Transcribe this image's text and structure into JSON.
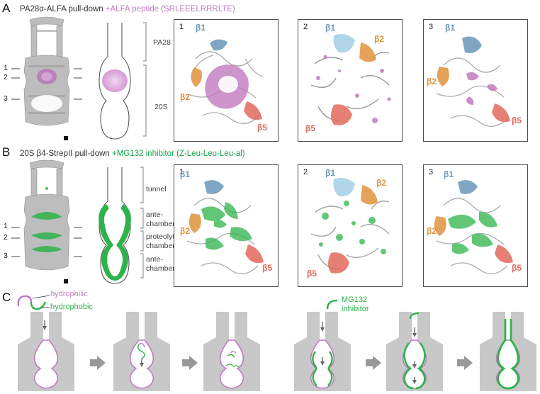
{
  "panel_a": {
    "letter": "A",
    "title_prefix": "PA28α-ALFA pull-down ",
    "title_highlight": "+ALFA peptide (SRLEEELRRRLTE)",
    "highlight_color": "#c27bc0",
    "levels": [
      "1",
      "2",
      "3"
    ],
    "schematic_labels": [
      "PA28",
      "20S"
    ],
    "boxes": [
      {
        "num": "1",
        "labels": [
          "β1",
          "β2",
          "β5"
        ]
      },
      {
        "num": "2",
        "labels": [
          "β1",
          "β2",
          "β5"
        ]
      },
      {
        "num": "3",
        "labels": [
          "β1",
          "β2",
          "β5"
        ]
      }
    ]
  },
  "panel_b": {
    "letter": "B",
    "title_prefix": "20S β4-StrepII pull-down ",
    "title_highlight": "+MG132 inhibitor (Z-Leu-Leu-Leu-al)",
    "highlight_color": "#17a34a",
    "levels": [
      "1",
      "2",
      "3"
    ],
    "schematic_labels": [
      "tunnel",
      "ante-",
      "chamber",
      "proteolytic",
      "chamber",
      "ante-",
      "chamber"
    ],
    "boxes": [
      {
        "num": "1",
        "labels": [
          "β1",
          "β2",
          "β5"
        ]
      },
      {
        "num": "2",
        "labels": [
          "β1",
          "β2",
          "β5"
        ]
      },
      {
        "num": "3",
        "labels": [
          "β1",
          "β2",
          "β5"
        ]
      }
    ]
  },
  "panel_c": {
    "letter": "C",
    "legend_hydrophilic": "hydrophilic",
    "legend_hydrophobic": "hydrophobic",
    "legend_inhibitor_1": "MG132",
    "legend_inhibitor_2": "inhibitor"
  },
  "colors": {
    "pink": "#c27bc0",
    "green": "#2eb34a",
    "b1": "#6b97b8",
    "b2": "#e0923c",
    "b5": "#e26a5d",
    "gray": "#c8c8c8",
    "arrow": "#999999"
  }
}
